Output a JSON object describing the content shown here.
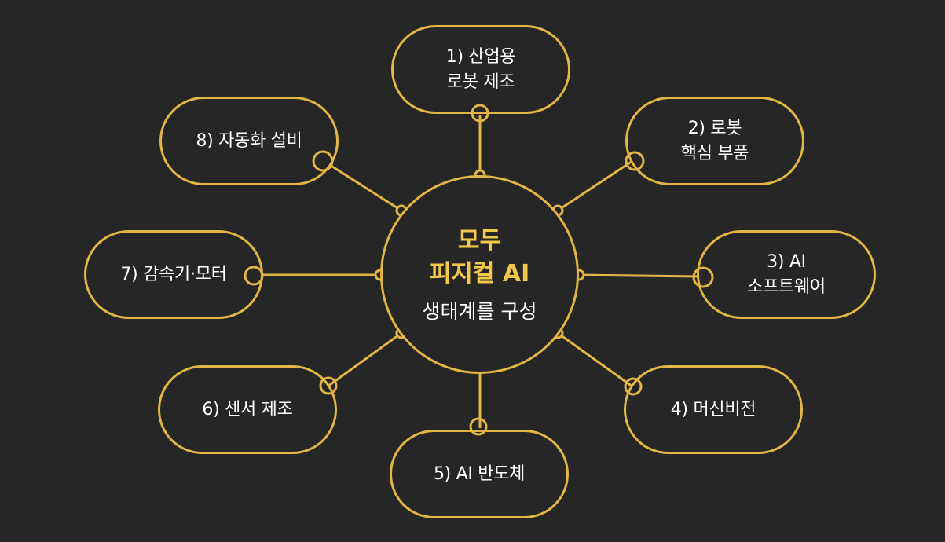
{
  "colors": {
    "background": "#262626",
    "accent": "#E3B544",
    "title": "#F2C84B",
    "text": "#FFFFFF"
  },
  "hub": {
    "title": "모두\n피지컬 AI",
    "subtitle": "생태계를 구성"
  },
  "nodes": [
    {
      "label": "1) 산업용\n로봇 제조"
    },
    {
      "label": "2) 로봇\n핵심 부품"
    },
    {
      "label": "3) AI\n소프트웨어"
    },
    {
      "label": "4) 머신비전"
    },
    {
      "label": "5) AI 반도체"
    },
    {
      "label": "6) 센서 제조"
    },
    {
      "label": "7) 감속기·모터"
    },
    {
      "label": "8) 자동화 설비"
    }
  ]
}
